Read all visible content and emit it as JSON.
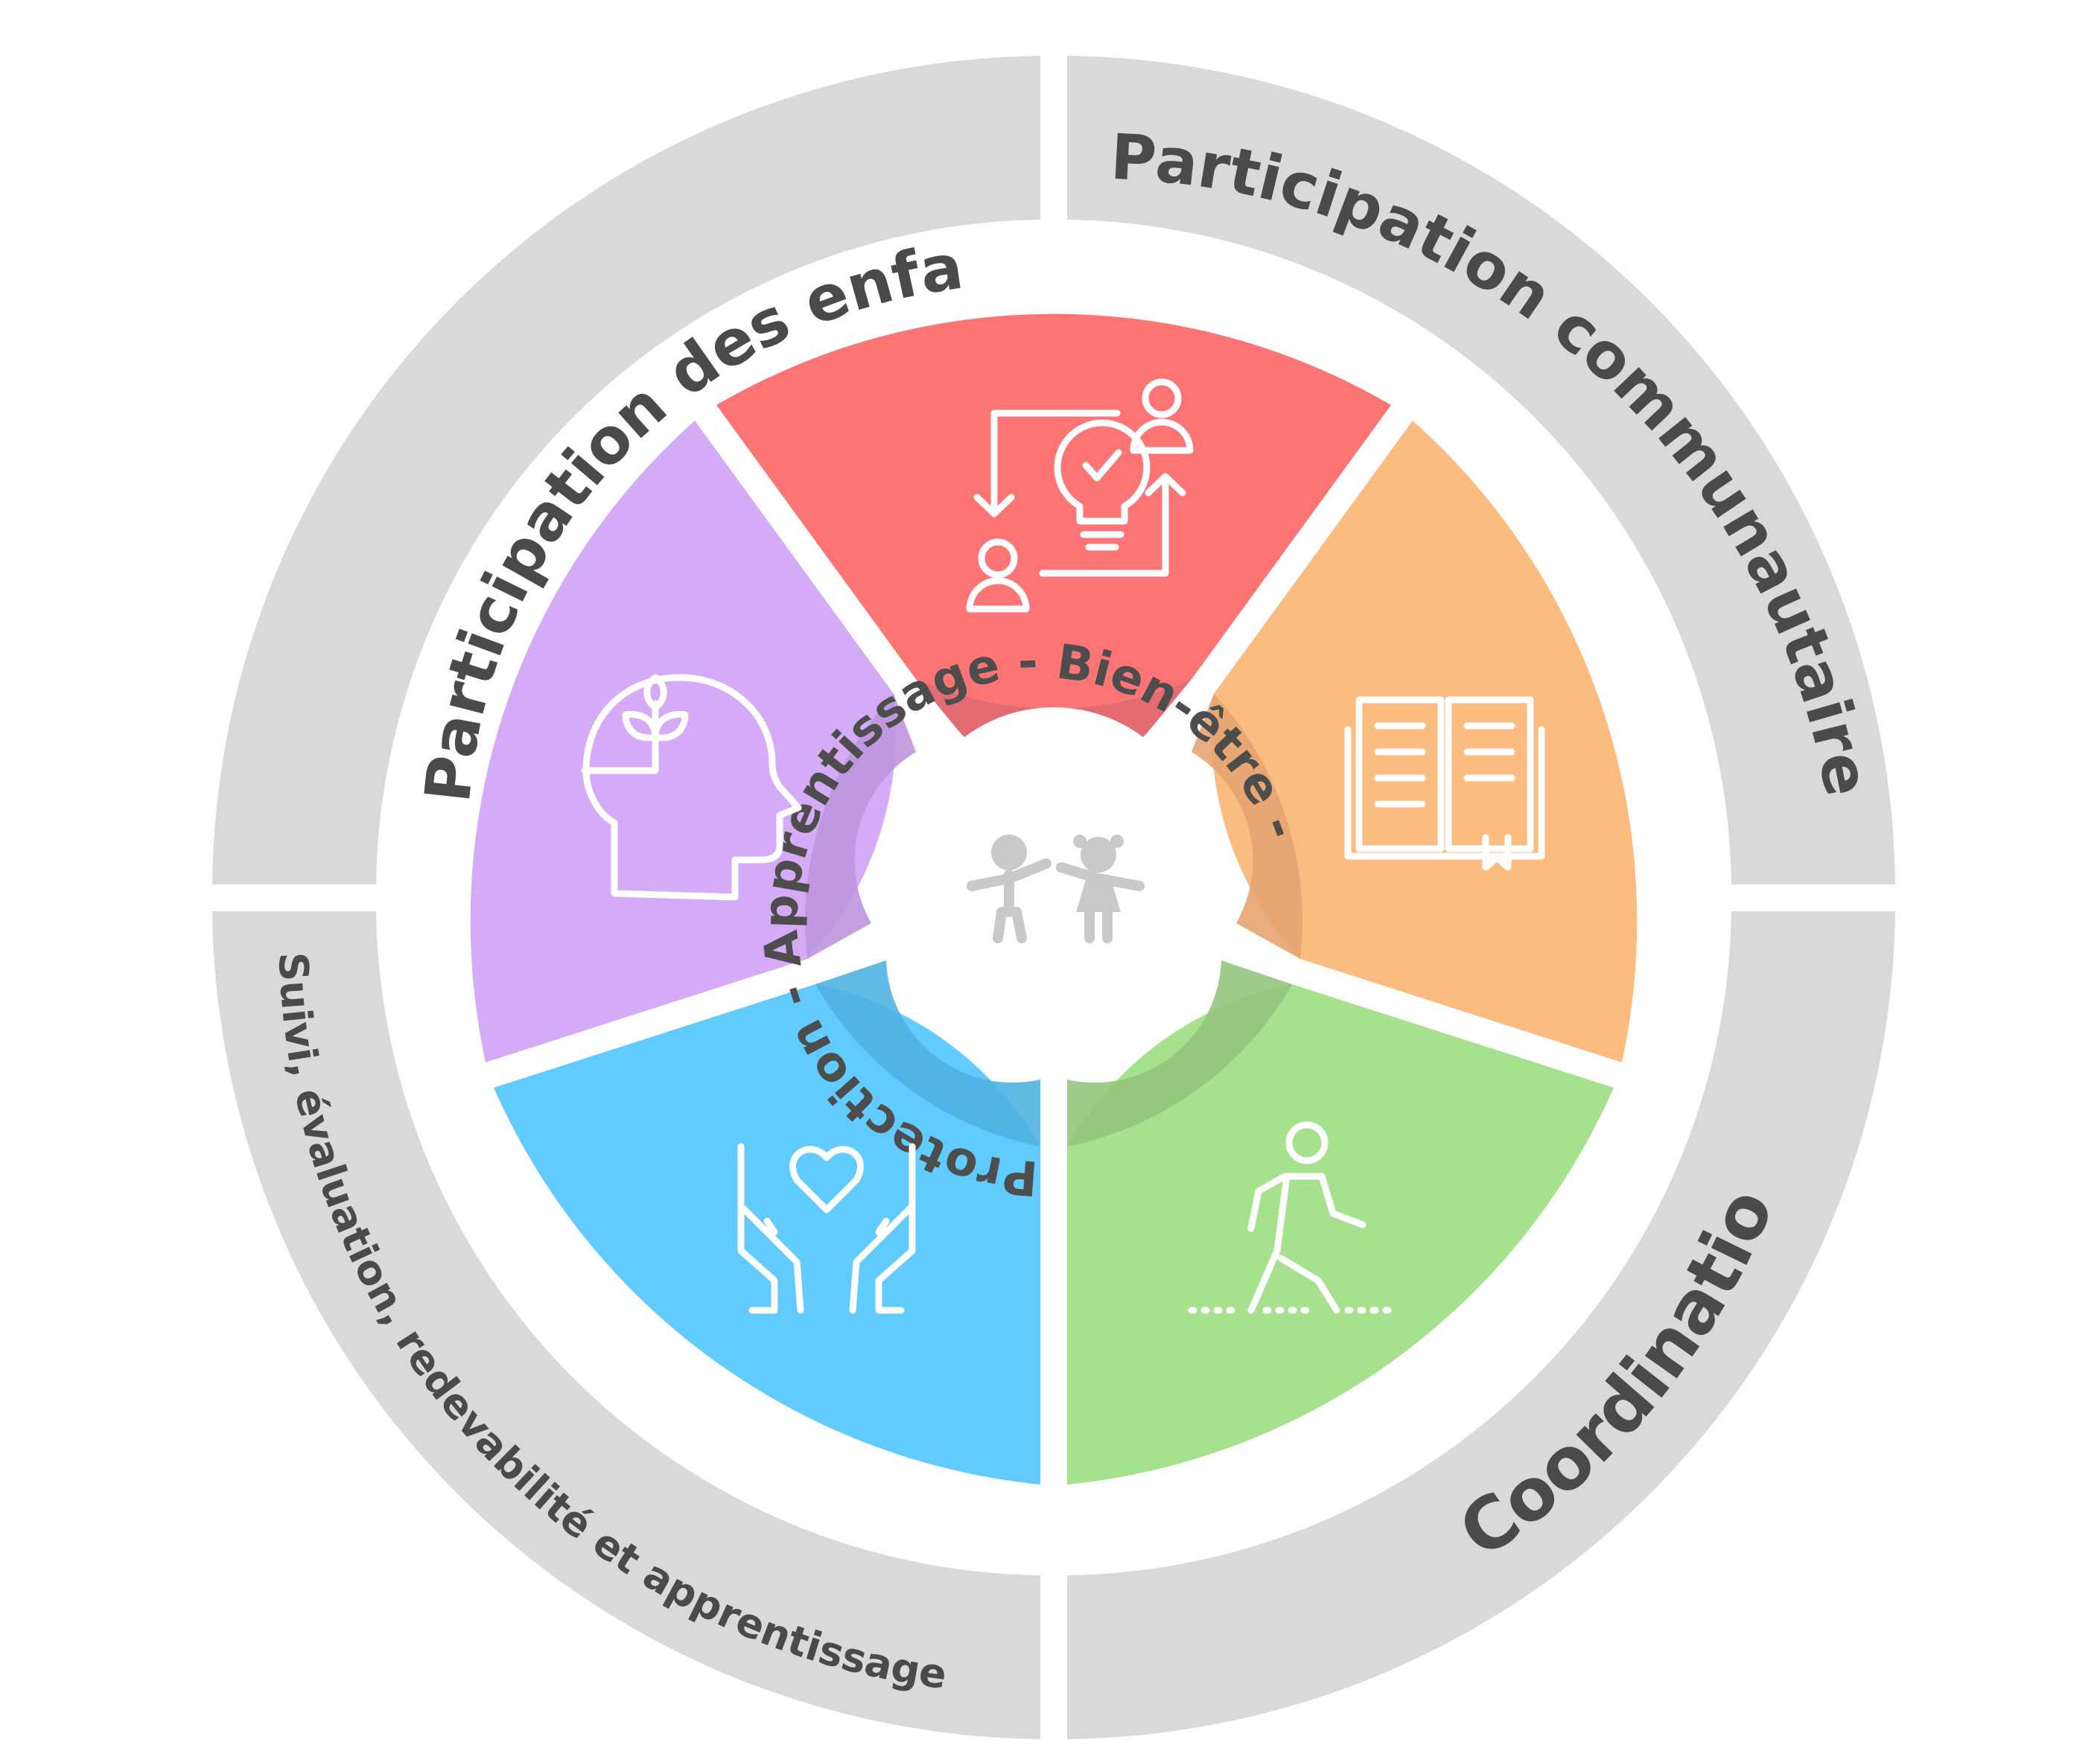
{
  "outer_ring": {
    "top_left": "Participation des enfants",
    "top_right": "Participation communautaire",
    "bottom_right": "Coordination",
    "bottom_left": "Suivi, évaluation, redevabilité et apprentissage"
  },
  "center_ring_text": "Protection - Apprentissage - Bien-être -",
  "segments": [
    {
      "name": "participation",
      "color": "#fd7474",
      "icon": "collaboration-lightbulb-icon"
    },
    {
      "name": "learning",
      "color": "#fdbc7f",
      "icon": "open-book-icon"
    },
    {
      "name": "wellbeing",
      "color": "#a6e28e",
      "icon": "walking-person-icon"
    },
    {
      "name": "protection",
      "color": "#61cbfd",
      "icon": "hands-heart-icon"
    },
    {
      "name": "growth",
      "color": "#d5aaf7",
      "icon": "head-plant-icon"
    }
  ],
  "colors": {
    "ring": "#d9d9d9",
    "ring_text": "#4a4a4a",
    "center_hub": "#ffffff",
    "children_icon": "#c9c9c9"
  }
}
